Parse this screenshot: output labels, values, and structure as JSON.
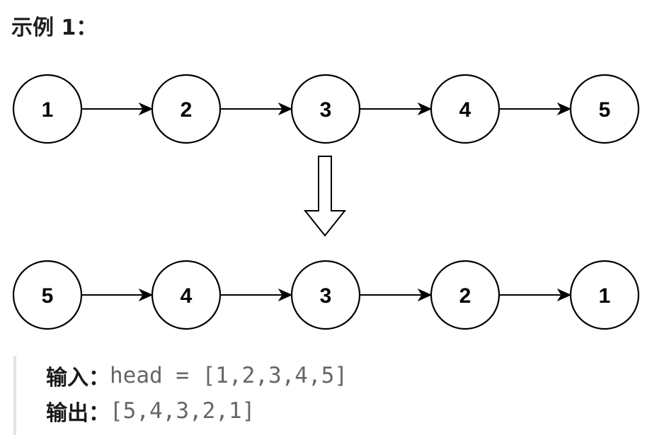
{
  "heading": "示例 1：",
  "before_list": {
    "nodes": [
      "1",
      "2",
      "3",
      "4",
      "5"
    ]
  },
  "after_list": {
    "nodes": [
      "5",
      "4",
      "3",
      "2",
      "1"
    ]
  },
  "io": {
    "input_label": "输入：",
    "input_value": "head = [1,2,3,4,5]",
    "output_label": "输出：",
    "output_value": "[5,4,3,2,1]"
  }
}
